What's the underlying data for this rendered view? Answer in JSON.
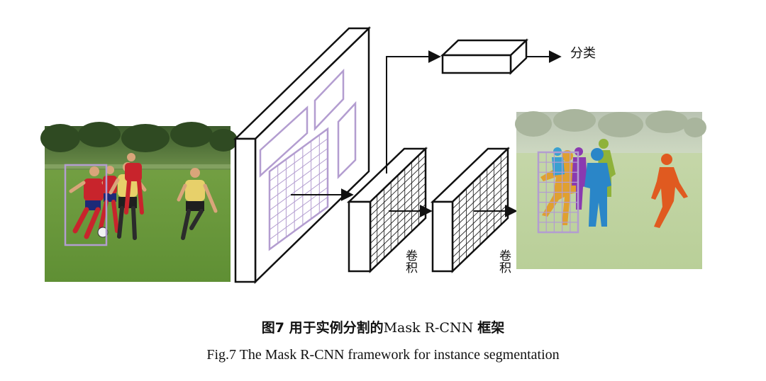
{
  "labels": {
    "classify": "分类",
    "conv_1": "卷积",
    "conv_2": "卷积"
  },
  "caption": {
    "cn_prefix": "图7  用于实例分割的",
    "cn_latin": "Mask R-CNN ",
    "cn_suffix": "框架",
    "en": "Fig.7  The Mask R-CNN framework for instance segmentation"
  },
  "colors": {
    "roi_purple": "#b39dd0",
    "grass": "#5f9a3b",
    "mask_orange": "#e0a030",
    "mask_purple": "#8a3ab0",
    "mask_blue": "#2a86c8",
    "mask_green": "#8fb23a",
    "mask_red": "#e05a20"
  }
}
